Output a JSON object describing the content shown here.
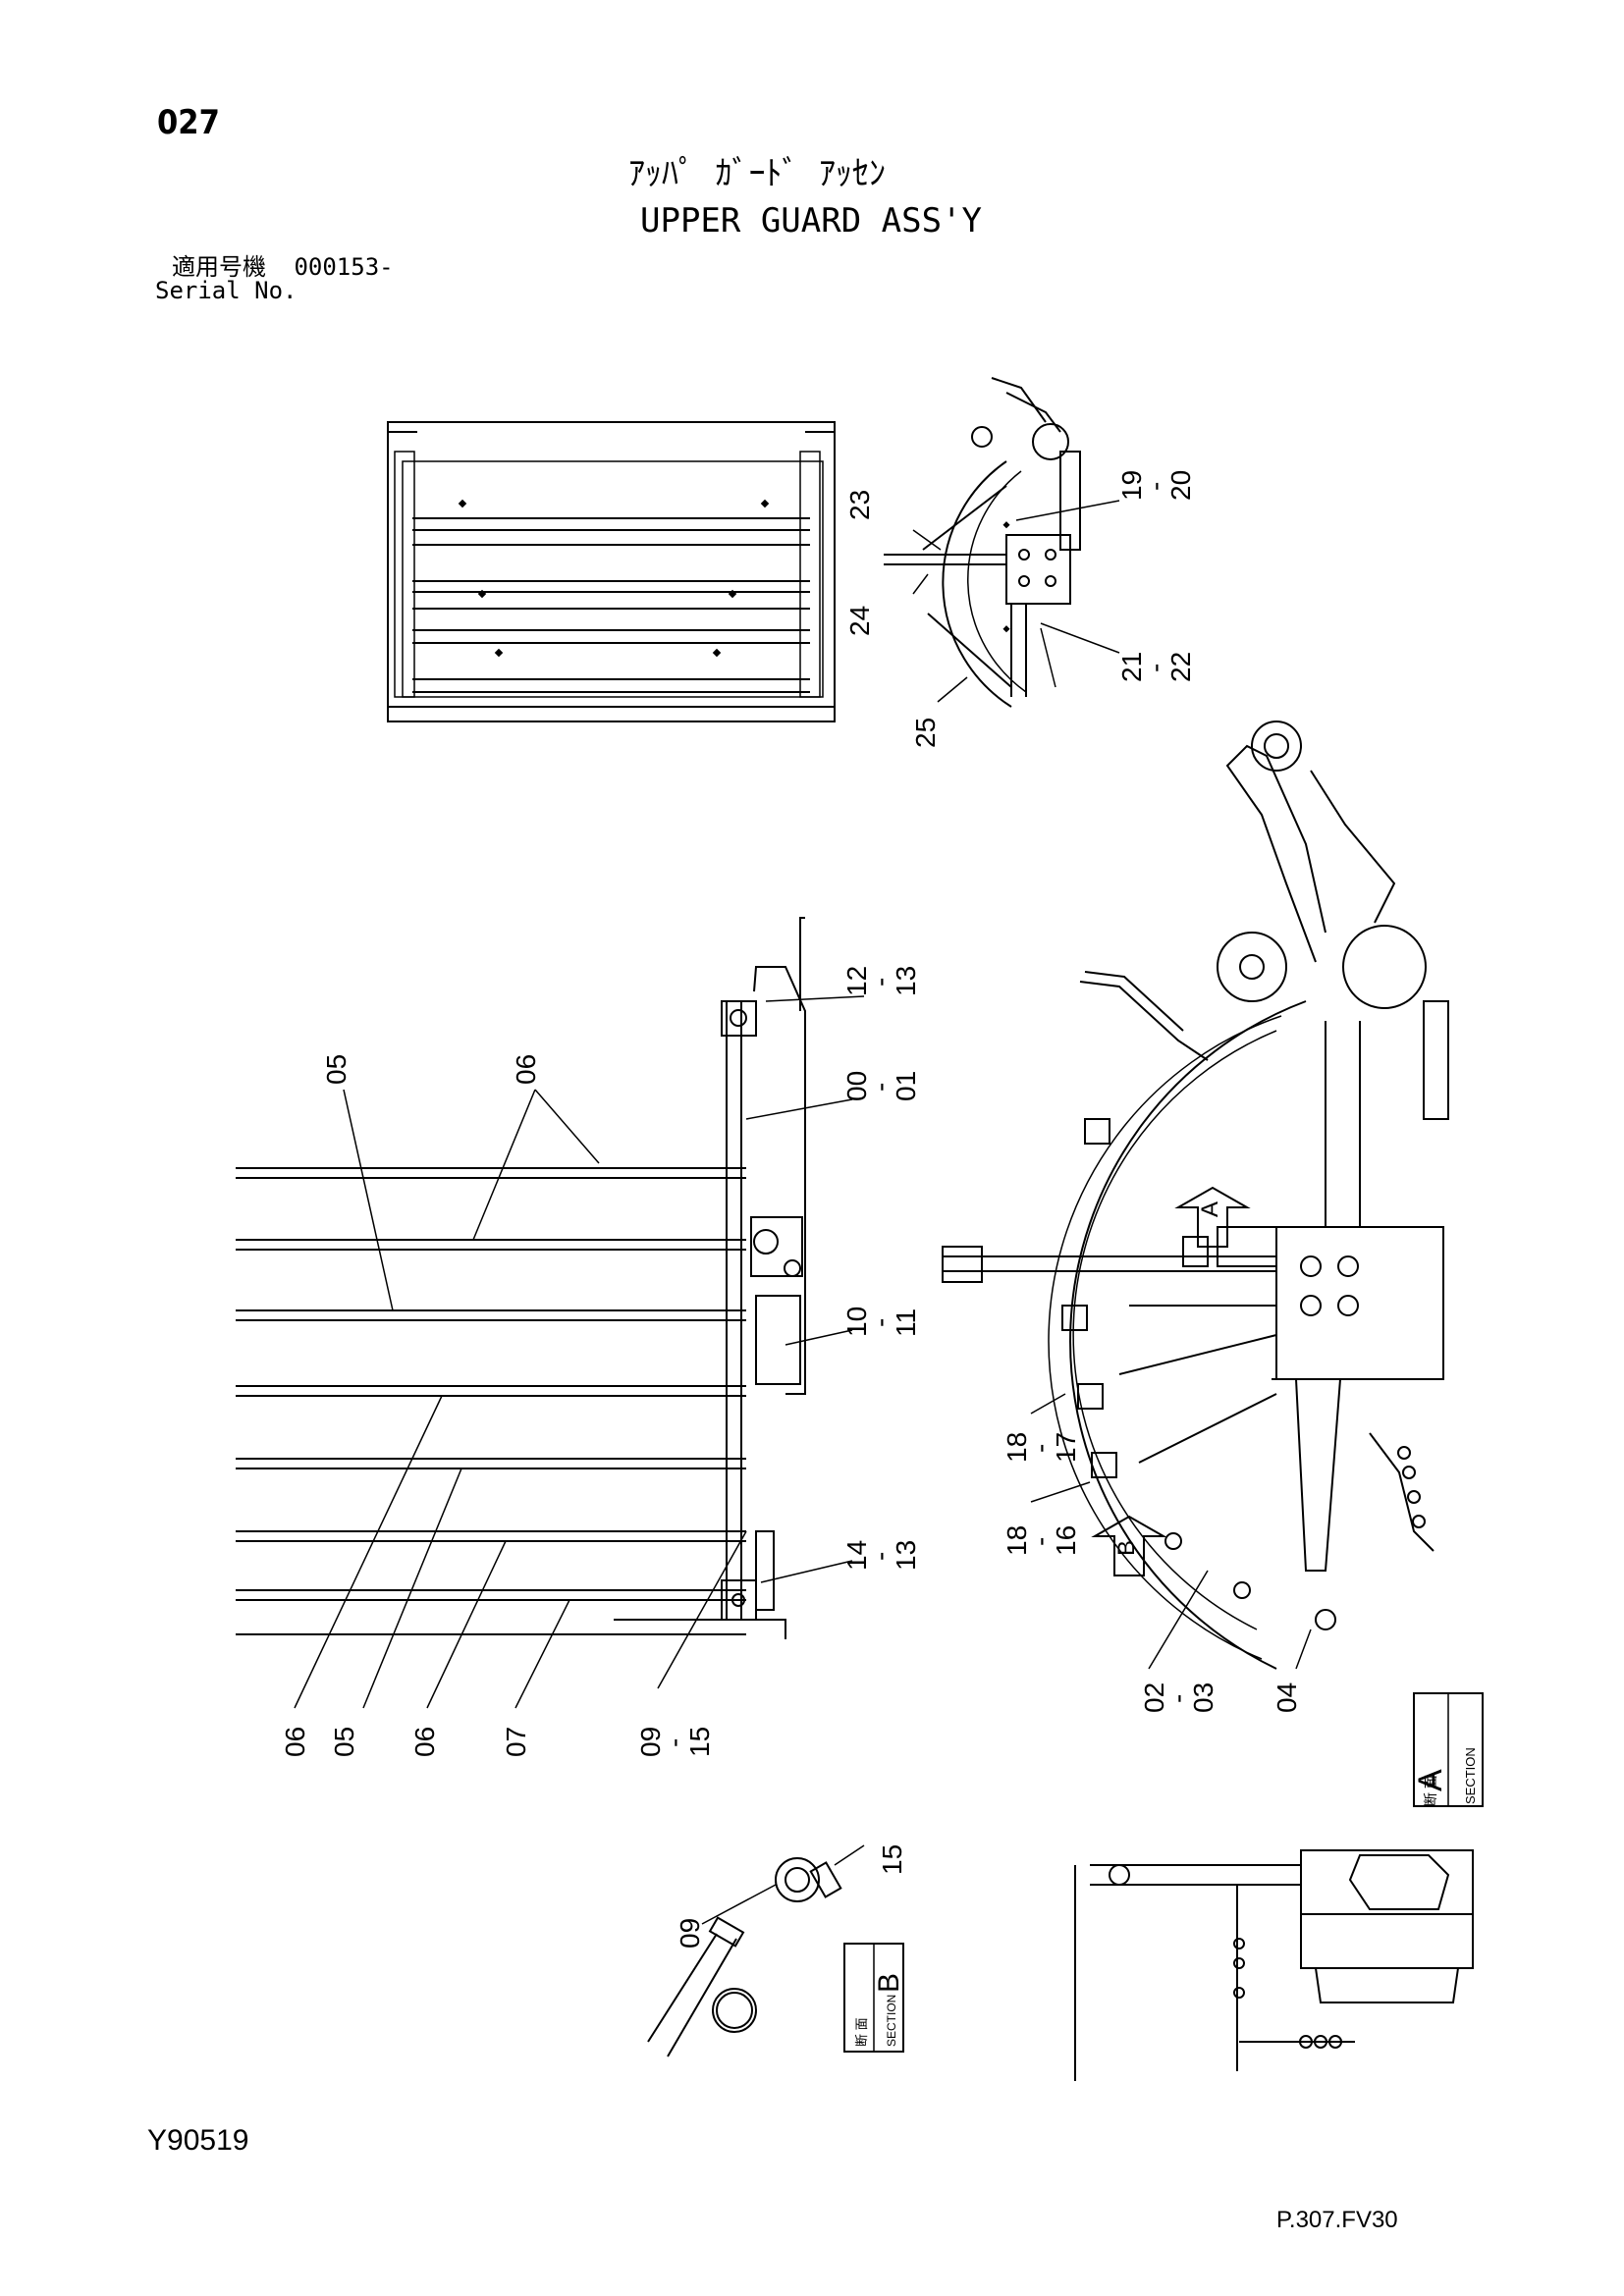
{
  "header": {
    "page_number": "027",
    "title_jp": "ｱｯﾊﾟ ｶﾞｰﾄﾞ ｱｯｾﾝ",
    "title_en": "UPPER GUARD ASS'Y",
    "serial_label_jp": "適用号機",
    "serial_value": "000153-",
    "serial_label_en": "Serial No."
  },
  "callouts": {
    "top_view": [
      "23",
      "24",
      "25",
      "19\n-\n20",
      "21\n-\n22"
    ],
    "left_view": [
      "05",
      "06",
      "12\n-\n13",
      "00\n-\n01",
      "10\n-\n11",
      "14\n-\n13",
      "06",
      "05",
      "06",
      "07",
      "09\n-\n15"
    ],
    "right_view": [
      "18\n-\n17",
      "18\n-\n16",
      "02\n-\n03",
      "04"
    ],
    "detail_b": [
      "09",
      "15"
    ]
  },
  "labels": {
    "c23": "23",
    "c24": "24",
    "c25": "25",
    "c19": "19",
    "c20": "20",
    "c21": "21",
    "c22": "22",
    "c05a": "05",
    "c06a": "06",
    "c12": "12",
    "c13a": "13",
    "c00": "00",
    "c01": "01",
    "c10": "10",
    "c11": "11",
    "c14": "14",
    "c13b": "13",
    "c06b": "06",
    "c05b": "05",
    "c06c": "06",
    "c07": "07",
    "c09a": "09",
    "c15a": "15",
    "c18a": "18",
    "c17": "17",
    "c18b": "18",
    "c16": "16",
    "c02": "02",
    "c03": "03",
    "c04": "04",
    "c09b": "09",
    "c15b": "15",
    "dash": "-",
    "arrow_a": "A",
    "arrow_b": "B"
  },
  "section_boxes": {
    "a": {
      "kanji": "断 面",
      "word": "SECTION",
      "letter": "A"
    },
    "b": {
      "kanji": "断 面",
      "word": "SECTION",
      "letter": "B"
    }
  },
  "footer": {
    "doc_code": "Y90519",
    "page_ref": "P.307.FV30"
  }
}
